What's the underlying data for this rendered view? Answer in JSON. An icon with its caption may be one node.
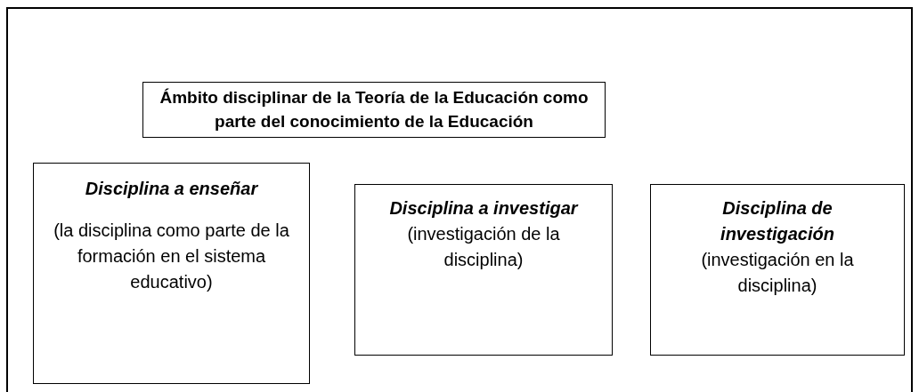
{
  "diagram": {
    "nodes": [
      {
        "text": [
          "Ámbito disciplinar de la Teoría de la Educación como parte del conocimiento de la Educación"
        ]
      },
      {
        "text": [
          "Disciplina a enseñar",
          "(la disciplina como parte de la formación en el sistema educativo)"
        ]
      },
      {
        "text": [
          "Disciplina a investigar",
          "(investigación de la disciplina)"
        ]
      },
      {
        "text": [
          "Disciplina de investigación",
          "(investigación en la disciplina)"
        ]
      }
    ]
  }
}
